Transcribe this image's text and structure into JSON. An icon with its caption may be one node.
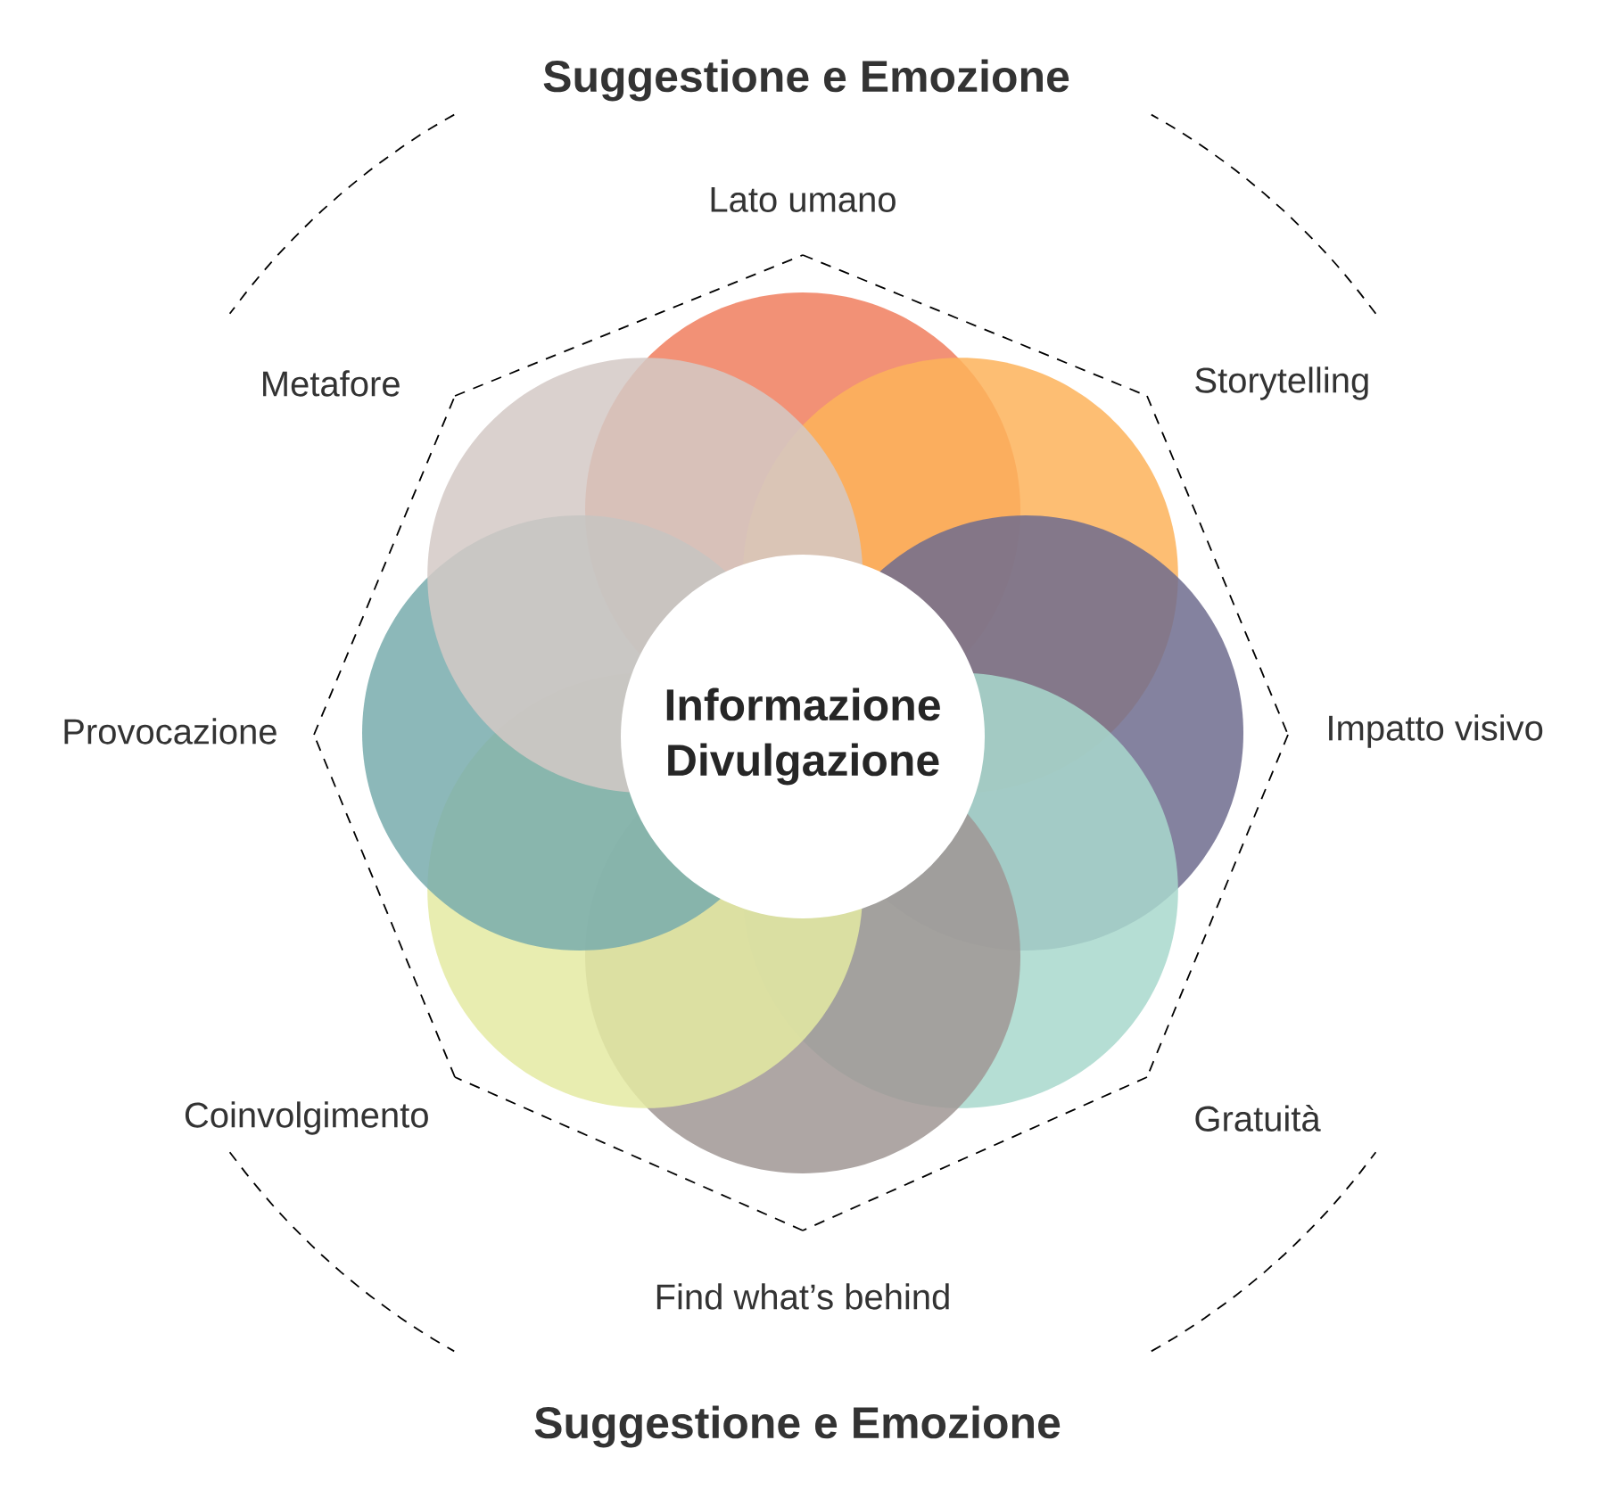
{
  "diagram": {
    "nodes": [
      {
        "text": [
          "Informazione Divulgazione"
        ]
      }
    ],
    "labels": [
      "Suggestione e Emozione",
      "Lato umano",
      "Metafore",
      "Storytelling",
      "Provocazione",
      "Impatto visivo",
      "Coinvolgimento",
      "Gratuità",
      "Find what’s behind",
      "Suggestione e Emozione"
    ]
  }
}
